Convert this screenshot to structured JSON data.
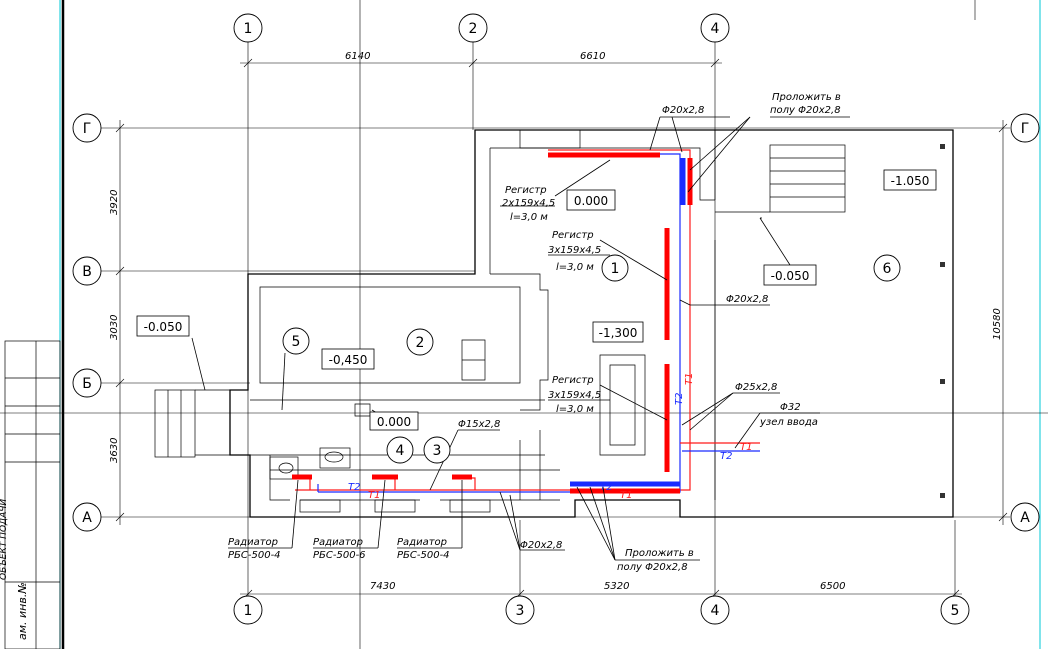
{
  "axes": {
    "top": [
      {
        "id": "ax-t1",
        "label": "1"
      },
      {
        "id": "ax-t2",
        "label": "2"
      },
      {
        "id": "ax-t4",
        "label": "4"
      }
    ],
    "bottom": [
      {
        "id": "ax-b1",
        "label": "1"
      },
      {
        "id": "ax-b3",
        "label": "3"
      },
      {
        "id": "ax-b4",
        "label": "4"
      },
      {
        "id": "ax-b5",
        "label": "5"
      }
    ],
    "left": [
      {
        "id": "ax-lG",
        "label": "Г"
      },
      {
        "id": "ax-lV",
        "label": "В"
      },
      {
        "id": "ax-lB",
        "label": "Б"
      },
      {
        "id": "ax-lA",
        "label": "А"
      }
    ],
    "right": [
      {
        "id": "ax-rG",
        "label": "Г"
      },
      {
        "id": "ax-rA",
        "label": "А"
      }
    ]
  },
  "dimensions": {
    "top": [
      "6140",
      "6610"
    ],
    "bottom": [
      "7430",
      "5320",
      "6500"
    ],
    "left": [
      "3920",
      "3030",
      "3630"
    ],
    "right": "10580"
  },
  "rooms": [
    "1",
    "2",
    "3",
    "4",
    "5",
    "6"
  ],
  "levels": [
    "0.000",
    "-1.050",
    "-0.050",
    "-0.050",
    "-0,450",
    "-1,300",
    "0.000"
  ],
  "pipes": {
    "top_size": "Φ20x2,8",
    "lay_floor_top_1": "Проложить в",
    "lay_floor_top_2": "полу Φ20x2,8",
    "right_mid": "Φ20x2,8",
    "inlet_size": "Φ25x2,8",
    "inlet_phi": "Φ32",
    "inlet_label": "узел ввода",
    "bottom_size": "Φ15x2,8",
    "bottom_left": "Φ20x2,8",
    "lay_floor_bottom_1": "Проложить в",
    "lay_floor_bottom_2": "полу Φ20x2,8",
    "t1": "T1",
    "t2": "T2"
  },
  "registers": [
    {
      "title": "Регистр",
      "spec": "2x159x4,5",
      "len": "l=3,0 м"
    },
    {
      "title": "Регистр",
      "spec": "3x159x4,5",
      "len": "l=3,0 м"
    },
    {
      "title": "Регистр",
      "spec": "3x159x4,5",
      "len": "l=3,0 м"
    }
  ],
  "radiators": [
    {
      "title": "Радиатор",
      "model": "РБС-500-4"
    },
    {
      "title": "Радиатор",
      "model": "РБС-500-6"
    },
    {
      "title": "Радиатор",
      "model": "РБС-500-4"
    }
  ],
  "title_block": {
    "inv_label": "ам. инв.№",
    "side_text": "ОБЪЕКТ ПОДАЧИ"
  },
  "colors": {
    "supply": "#ff1a1a",
    "return": "#1a2bff",
    "guide": "#00c8d7"
  }
}
